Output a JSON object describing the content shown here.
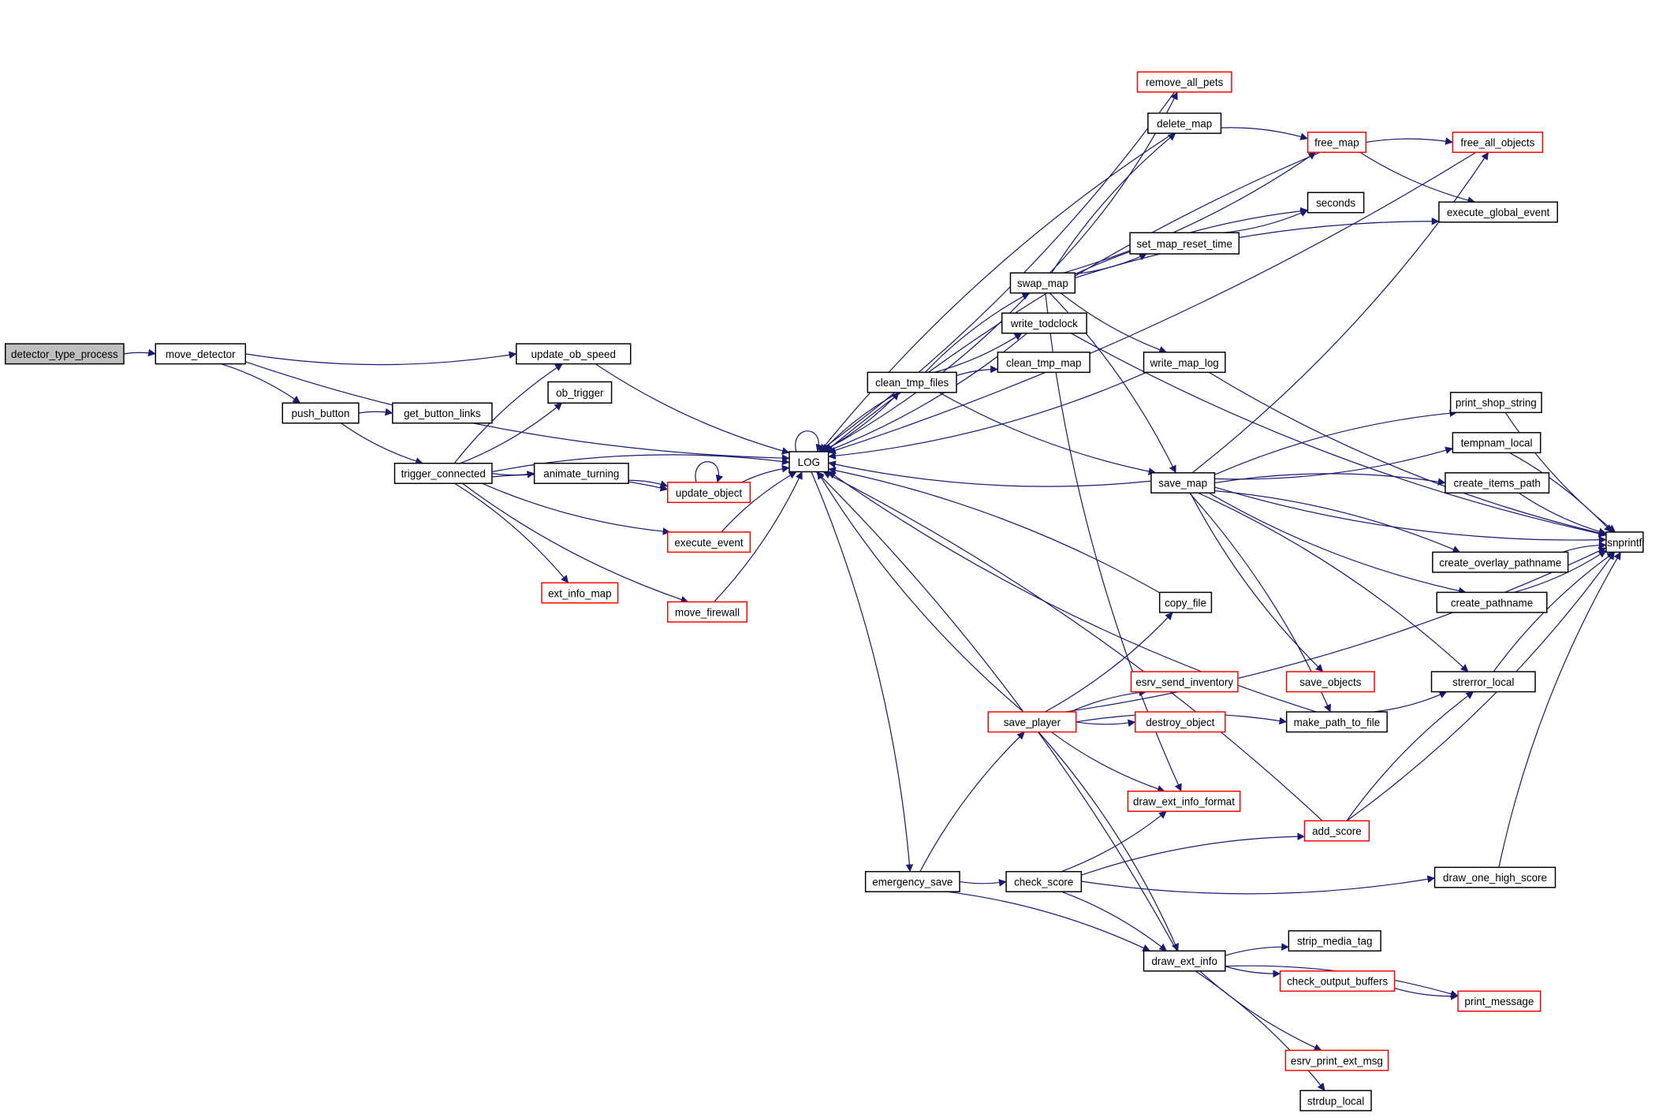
{
  "graph": {
    "title": "detector_type_process call graph",
    "edge_color": "#191970",
    "nodes": [
      {
        "id": "detector_type_process",
        "label": "detector_type_process",
        "style": "root"
      },
      {
        "id": "move_detector",
        "label": "move_detector",
        "style": "normal"
      },
      {
        "id": "update_ob_speed",
        "label": "update_ob_speed",
        "style": "normal"
      },
      {
        "id": "push_button",
        "label": "push_button",
        "style": "normal"
      },
      {
        "id": "get_button_links",
        "label": "get_button_links",
        "style": "normal"
      },
      {
        "id": "ob_trigger",
        "label": "ob_trigger",
        "style": "normal"
      },
      {
        "id": "trigger_connected",
        "label": "trigger_connected",
        "style": "normal"
      },
      {
        "id": "animate_turning",
        "label": "animate_turning",
        "style": "normal"
      },
      {
        "id": "update_object",
        "label": "update_object",
        "style": "red"
      },
      {
        "id": "execute_event",
        "label": "execute_event",
        "style": "red"
      },
      {
        "id": "ext_info_map",
        "label": "ext_info_map",
        "style": "red"
      },
      {
        "id": "move_firewall",
        "label": "move_firewall",
        "style": "red"
      },
      {
        "id": "LOG",
        "label": "LOG",
        "style": "normal"
      },
      {
        "id": "remove_all_pets",
        "label": "remove_all_pets",
        "style": "red"
      },
      {
        "id": "delete_map",
        "label": "delete_map",
        "style": "normal"
      },
      {
        "id": "free_map",
        "label": "free_map",
        "style": "red"
      },
      {
        "id": "free_all_objects",
        "label": "free_all_objects",
        "style": "red"
      },
      {
        "id": "seconds",
        "label": "seconds",
        "style": "normal"
      },
      {
        "id": "execute_global_event",
        "label": "execute_global_event",
        "style": "normal"
      },
      {
        "id": "set_map_reset_time",
        "label": "set_map_reset_time",
        "style": "normal"
      },
      {
        "id": "swap_map",
        "label": "swap_map",
        "style": "normal"
      },
      {
        "id": "write_todclock",
        "label": "write_todclock",
        "style": "normal"
      },
      {
        "id": "clean_tmp_map",
        "label": "clean_tmp_map",
        "style": "normal"
      },
      {
        "id": "clean_tmp_files",
        "label": "clean_tmp_files",
        "style": "normal"
      },
      {
        "id": "write_map_log",
        "label": "write_map_log",
        "style": "normal"
      },
      {
        "id": "print_shop_string",
        "label": "print_shop_string",
        "style": "normal"
      },
      {
        "id": "tempnam_local",
        "label": "tempnam_local",
        "style": "normal"
      },
      {
        "id": "create_items_path",
        "label": "create_items_path",
        "style": "normal"
      },
      {
        "id": "save_map",
        "label": "save_map",
        "style": "normal"
      },
      {
        "id": "snprintf",
        "label": "snprintf",
        "style": "normal"
      },
      {
        "id": "create_overlay_pathname",
        "label": "create_overlay_pathname",
        "style": "normal"
      },
      {
        "id": "copy_file",
        "label": "copy_file",
        "style": "normal"
      },
      {
        "id": "create_pathname",
        "label": "create_pathname",
        "style": "normal"
      },
      {
        "id": "esrv_send_inventory",
        "label": "esrv_send_inventory",
        "style": "red"
      },
      {
        "id": "save_objects",
        "label": "save_objects",
        "style": "red"
      },
      {
        "id": "strerror_local",
        "label": "strerror_local",
        "style": "normal"
      },
      {
        "id": "save_player",
        "label": "save_player",
        "style": "red"
      },
      {
        "id": "destroy_object",
        "label": "destroy_object",
        "style": "red"
      },
      {
        "id": "make_path_to_file",
        "label": "make_path_to_file",
        "style": "normal"
      },
      {
        "id": "draw_ext_info_format",
        "label": "draw_ext_info_format",
        "style": "red"
      },
      {
        "id": "add_score",
        "label": "add_score",
        "style": "red"
      },
      {
        "id": "emergency_save",
        "label": "emergency_save",
        "style": "normal"
      },
      {
        "id": "check_score",
        "label": "check_score",
        "style": "normal"
      },
      {
        "id": "draw_one_high_score",
        "label": "draw_one_high_score",
        "style": "normal"
      },
      {
        "id": "strip_media_tag",
        "label": "strip_media_tag",
        "style": "normal"
      },
      {
        "id": "draw_ext_info",
        "label": "draw_ext_info",
        "style": "normal"
      },
      {
        "id": "check_output_buffers",
        "label": "check_output_buffers",
        "style": "red"
      },
      {
        "id": "print_message",
        "label": "print_message",
        "style": "red"
      },
      {
        "id": "esrv_print_ext_msg",
        "label": "esrv_print_ext_msg",
        "style": "red"
      },
      {
        "id": "strdup_local",
        "label": "strdup_local",
        "style": "normal"
      }
    ],
    "edges": [
      [
        "detector_type_process",
        "move_detector"
      ],
      [
        "move_detector",
        "update_ob_speed"
      ],
      [
        "move_detector",
        "push_button"
      ],
      [
        "move_detector",
        "LOG"
      ],
      [
        "push_button",
        "get_button_links"
      ],
      [
        "push_button",
        "trigger_connected"
      ],
      [
        "trigger_connected",
        "update_ob_speed"
      ],
      [
        "trigger_connected",
        "ob_trigger"
      ],
      [
        "trigger_connected",
        "LOG"
      ],
      [
        "trigger_connected",
        "animate_turning"
      ],
      [
        "trigger_connected",
        "update_object"
      ],
      [
        "trigger_connected",
        "execute_event"
      ],
      [
        "trigger_connected",
        "ext_info_map"
      ],
      [
        "trigger_connected",
        "move_firewall"
      ],
      [
        "animate_turning",
        "update_object"
      ],
      [
        "update_object",
        "update_object"
      ],
      [
        "update_object",
        "LOG"
      ],
      [
        "update_ob_speed",
        "LOG"
      ],
      [
        "execute_event",
        "LOG"
      ],
      [
        "move_firewall",
        "LOG"
      ],
      [
        "LOG",
        "LOG"
      ],
      [
        "LOG",
        "clean_tmp_files"
      ],
      [
        "LOG",
        "emergency_save"
      ],
      [
        "clean_tmp_files",
        "LOG"
      ],
      [
        "clean_tmp_files",
        "swap_map"
      ],
      [
        "clean_tmp_files",
        "write_todclock"
      ],
      [
        "clean_tmp_files",
        "clean_tmp_map"
      ],
      [
        "clean_tmp_files",
        "save_map"
      ],
      [
        "swap_map",
        "LOG"
      ],
      [
        "swap_map",
        "remove_all_pets"
      ],
      [
        "swap_map",
        "delete_map"
      ],
      [
        "swap_map",
        "free_map"
      ],
      [
        "swap_map",
        "seconds"
      ],
      [
        "swap_map",
        "set_map_reset_time"
      ],
      [
        "swap_map",
        "execute_global_event"
      ],
      [
        "swap_map",
        "write_map_log"
      ],
      [
        "swap_map",
        "save_map"
      ],
      [
        "swap_map",
        "draw_ext_info_format"
      ],
      [
        "write_todclock",
        "LOG"
      ],
      [
        "write_todclock",
        "snprintf"
      ],
      [
        "remove_all_pets",
        "LOG"
      ],
      [
        "delete_map",
        "LOG"
      ],
      [
        "delete_map",
        "free_map"
      ],
      [
        "free_map",
        "LOG"
      ],
      [
        "free_map",
        "free_all_objects"
      ],
      [
        "free_map",
        "execute_global_event"
      ],
      [
        "free_all_objects",
        "LOG"
      ],
      [
        "set_map_reset_time",
        "seconds"
      ],
      [
        "write_map_log",
        "LOG"
      ],
      [
        "write_map_log",
        "snprintf"
      ],
      [
        "save_map",
        "LOG"
      ],
      [
        "save_map",
        "free_all_objects"
      ],
      [
        "save_map",
        "print_shop_string"
      ],
      [
        "save_map",
        "tempnam_local"
      ],
      [
        "save_map",
        "create_items_path"
      ],
      [
        "save_map",
        "snprintf"
      ],
      [
        "save_map",
        "create_overlay_pathname"
      ],
      [
        "save_map",
        "create_pathname"
      ],
      [
        "save_map",
        "strerror_local"
      ],
      [
        "save_map",
        "save_objects"
      ],
      [
        "save_map",
        "make_path_to_file"
      ],
      [
        "print_shop_string",
        "snprintf"
      ],
      [
        "tempnam_local",
        "snprintf"
      ],
      [
        "create_items_path",
        "snprintf"
      ],
      [
        "create_overlay_pathname",
        "snprintf"
      ],
      [
        "create_pathname",
        "snprintf"
      ],
      [
        "make_path_to_file",
        "LOG"
      ],
      [
        "make_path_to_file",
        "strerror_local"
      ],
      [
        "strerror_local",
        "snprintf"
      ],
      [
        "copy_file",
        "LOG"
      ],
      [
        "save_player",
        "LOG"
      ],
      [
        "save_player",
        "copy_file"
      ],
      [
        "save_player",
        "esrv_send_inventory"
      ],
      [
        "save_player",
        "destroy_object"
      ],
      [
        "save_player",
        "make_path_to_file"
      ],
      [
        "save_player",
        "draw_ext_info_format"
      ],
      [
        "save_player",
        "draw_ext_info"
      ],
      [
        "save_player",
        "snprintf"
      ],
      [
        "emergency_save",
        "save_player"
      ],
      [
        "emergency_save",
        "check_score"
      ],
      [
        "emergency_save",
        "draw_ext_info"
      ],
      [
        "check_score",
        "draw_ext_info_format"
      ],
      [
        "check_score",
        "add_score"
      ],
      [
        "check_score",
        "draw_one_high_score"
      ],
      [
        "check_score",
        "draw_ext_info"
      ],
      [
        "add_score",
        "LOG"
      ],
      [
        "add_score",
        "strerror_local"
      ],
      [
        "add_score",
        "snprintf"
      ],
      [
        "draw_one_high_score",
        "snprintf"
      ],
      [
        "draw_ext_info",
        "LOG"
      ],
      [
        "draw_ext_info",
        "strip_media_tag"
      ],
      [
        "draw_ext_info",
        "check_output_buffers"
      ],
      [
        "draw_ext_info",
        "print_message"
      ],
      [
        "draw_ext_info",
        "esrv_print_ext_msg"
      ],
      [
        "draw_ext_info",
        "strdup_local"
      ],
      [
        "check_output_buffers",
        "print_message"
      ]
    ]
  }
}
